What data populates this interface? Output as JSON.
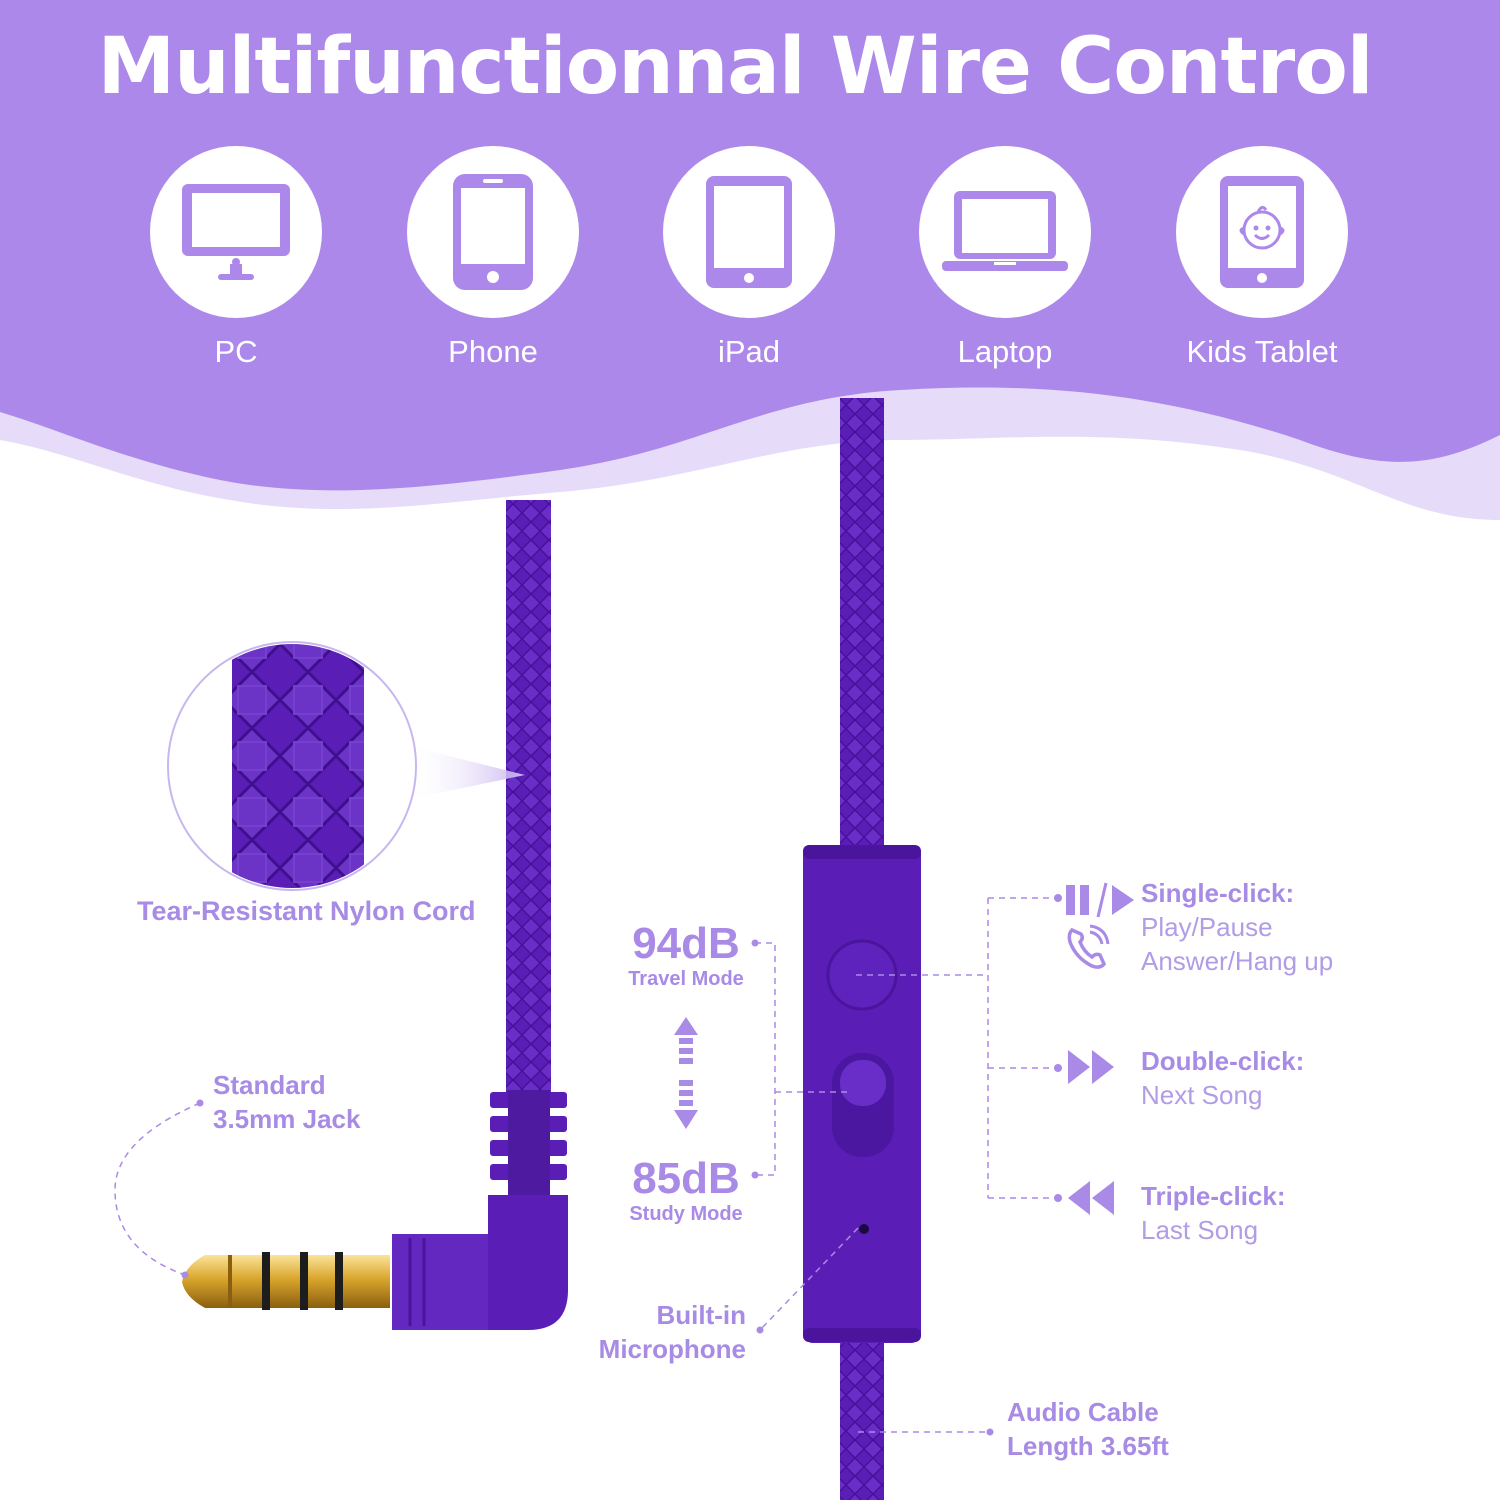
{
  "header": {
    "title": "Multifunctionnal Wire Control"
  },
  "colors": {
    "banner": "#ac88ea",
    "cable": "#5a1eb6",
    "accent": "#a98ae6",
    "gold": "#d9a62c"
  },
  "devices": [
    {
      "label": "PC",
      "icon": "monitor-icon"
    },
    {
      "label": "Phone",
      "icon": "phone-icon"
    },
    {
      "label": "iPad",
      "icon": "tablet-icon"
    },
    {
      "label": "Laptop",
      "icon": "laptop-icon"
    },
    {
      "label": "Kids Tablet",
      "icon": "kids-tablet-icon"
    }
  ],
  "cord": {
    "label": "Tear-Resistant Nylon Cord"
  },
  "jack": {
    "line1": "Standard",
    "line2": "3.5mm Jack"
  },
  "volume": {
    "high": {
      "value": "94dB",
      "mode": "Travel Mode"
    },
    "low": {
      "value": "85dB",
      "mode": "Study Mode"
    }
  },
  "microphone": {
    "line1": "Built-in",
    "line2": "Microphone"
  },
  "controls": [
    {
      "title": "Single-click:",
      "lines": [
        "Play/Pause",
        "Answer/Hang up"
      ],
      "icon": "play-pause-icon"
    },
    {
      "title": "Double-click:",
      "lines": [
        "Next Song"
      ],
      "icon": "fast-forward-icon"
    },
    {
      "title": "Triple-click:",
      "lines": [
        "Last Song"
      ],
      "icon": "rewind-icon"
    }
  ],
  "cable": {
    "line1": "Audio Cable",
    "line2": "Length 3.65ft"
  }
}
